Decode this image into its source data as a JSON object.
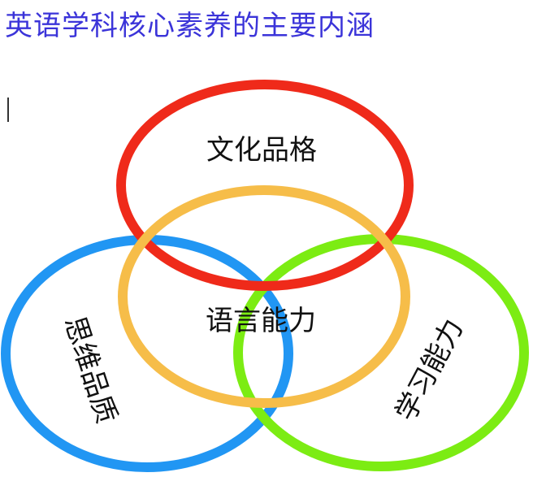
{
  "title": "英语学科核心素养的主要内涵",
  "rings": {
    "culture": {
      "label": "文化品格",
      "color": "#ef2a1a"
    },
    "thinking": {
      "label": "思维品质",
      "color": "#2196f3"
    },
    "learning": {
      "label": "学习能力",
      "color": "#7cec13"
    },
    "language": {
      "label": "语言能力",
      "color": "#f6bd49"
    }
  }
}
